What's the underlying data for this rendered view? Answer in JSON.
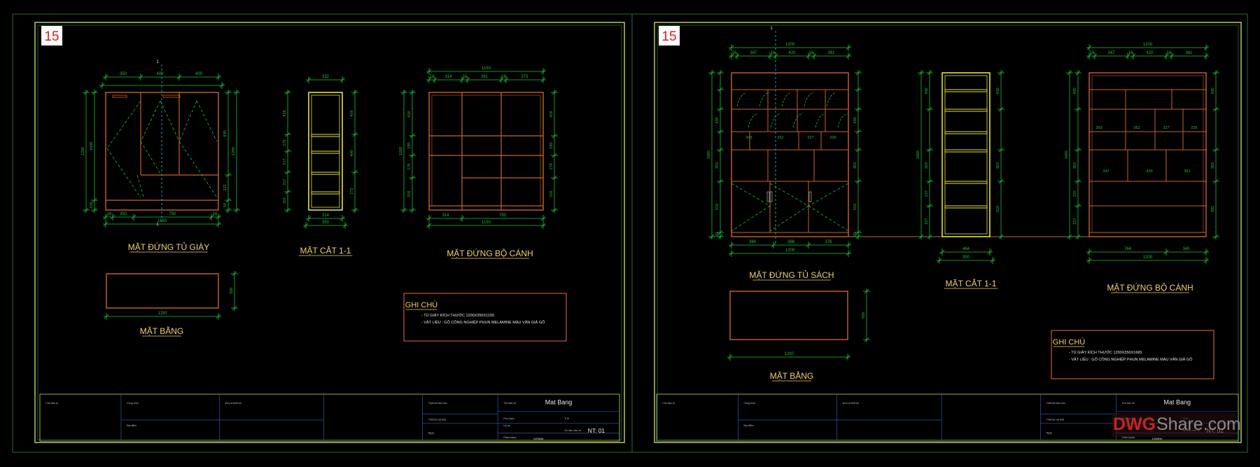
{
  "colors": {
    "bg": "#000000",
    "frame": "#bcd66a",
    "frame2": "#2f6a2f",
    "dim": "#1fbf3a",
    "wood": "#c8642a",
    "yellow": "#e6e33a",
    "label": "#f1d26b",
    "text": "#e8e8e8",
    "cyan": "#22c9c9",
    "note": "#c25b35",
    "badge": "#d42020"
  },
  "sheets": [
    {
      "badge": "15",
      "views": {
        "front": "MẶT ĐỨNG TỦ GIÀY",
        "section": "MẶT CẮT 1-1",
        "side": "MẶT ĐỨNG BỘ CÁNH",
        "plan": "MẶT BẰNG"
      },
      "note_title": "GHI CHÚ",
      "note_lines": [
        "- TỦ GIÀY KÍCH THƯỚC 1200X350X1150",
        "- VẬT LIỆU : GỖ CÔNG NGHIỆP PHUN MELAMINE MÀU VÂN GIẢ GỖ"
      ],
      "dims": {
        "front_top": [
          "350",
          "400",
          "400"
        ],
        "front_bottom": "1150",
        "plan_w": "1150",
        "plan_h": "350",
        "section_top": "332",
        "section_bottom": "350",
        "side_top": "1150",
        "side_bottom": "1150"
      },
      "title_block": {
        "name": "Mat Bang",
        "sheet": "NT: 01",
        "code": "1/20606"
      }
    },
    {
      "badge": "15",
      "views": {
        "front": "MẶT ĐỨNG TỦ SÁCH",
        "section": "MẶT CẮT 1-1",
        "side": "MẶT ĐỨNG BỘ CÁNH",
        "plan": "MẶT BẰNG"
      },
      "note_title": "GHI CHÚ",
      "note_lines": [
        "- TỦ GIÀY KÍCH THƯỚC 1200X350X1665",
        "- VẬT LIỆU : GỖ CÔNG NGHIỆP PHUN MELAMINE MÀU VÂN GIẢ GỖ"
      ],
      "dims": {
        "front_top": [
          "347",
          "420",
          "381"
        ],
        "front_bottom": "1200",
        "plan_w": "1200",
        "plan_h": "350",
        "section_top": "464",
        "section_bottom": "350",
        "side_top": "1200",
        "side_bottom": "1200"
      },
      "title_block": {
        "name": "Mat Bang",
        "sheet": "NT: 01",
        "code": "1/20606"
      }
    }
  ],
  "title_block_labels": [
    "Chủ đầu tư",
    "Công trình",
    "Đơn vị thiết kế",
    "Thiết kế kiến trúc",
    "Tên bản vẽ",
    "Địa điểm",
    "Thiết kế nội thất",
    "Phụ trách",
    "Hồ sơ",
    "Số hiệu bản vẽ",
    "Phản thành",
    "Ngày",
    "Tỉ lệ"
  ],
  "watermark": {
    "prefix": "DWG",
    "rest": "Share.com"
  }
}
